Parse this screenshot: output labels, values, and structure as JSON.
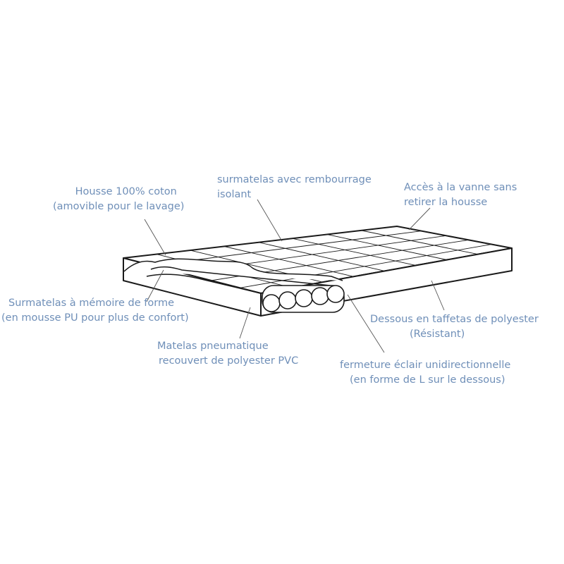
{
  "colors": {
    "label": "#6f8fb8",
    "line": "#1a1a1a",
    "leader": "#555555"
  },
  "labels": {
    "cover": {
      "line1": "Housse 100% coton",
      "line2": "(amovible pour le lavage)"
    },
    "topper": {
      "line1": "surmatelas avec rembourrage",
      "line2": "isolant"
    },
    "valve": {
      "line1": "Accès à la vanne sans",
      "line2": "retirer la housse"
    },
    "memory": {
      "line1": "Surmatelas à mémoire de forme",
      "line2": "(en mousse PU pour plus de confort)"
    },
    "underside": {
      "line1": "Dessous en taffetas de polyester",
      "line2": "(Résistant)"
    },
    "air": {
      "line1": "Matelas pneumatique",
      "line2": "recouvert de polyester PVC"
    },
    "zipper": {
      "line1": "fermeture éclair unidirectionnelle",
      "line2": "(en forme de L sur le dessous)"
    }
  }
}
